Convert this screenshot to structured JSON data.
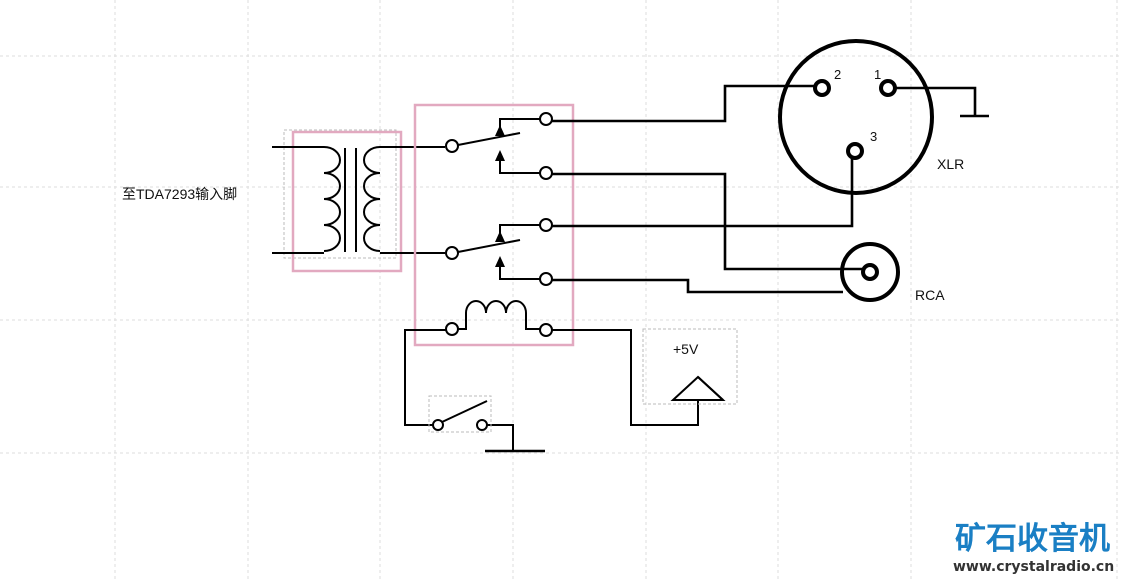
{
  "labels": {
    "input": "至TDA7293输入脚",
    "xlr": "XLR",
    "rca": "RCA",
    "supply": "+5V",
    "pin1": "1",
    "pin2": "2",
    "pin3": "3"
  },
  "watermark": {
    "title": "矿石收音机",
    "url": "www.crystalradio.cn"
  },
  "colors": {
    "highlight": "#e2a9c0",
    "watermark": "#1a7fc4"
  }
}
